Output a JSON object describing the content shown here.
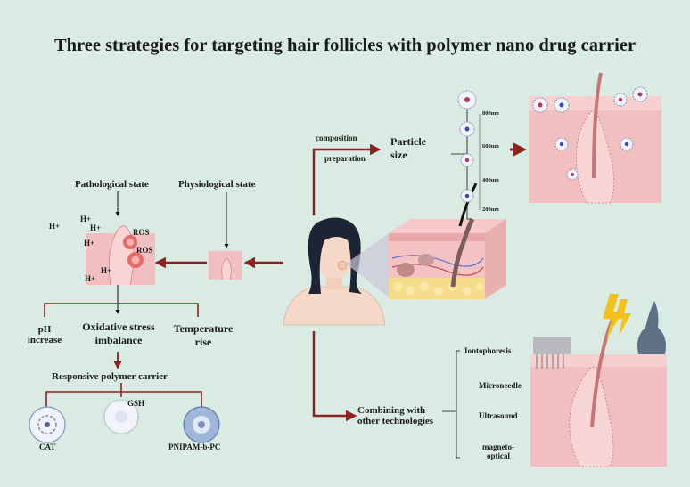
{
  "title": "Three strategies for targeting hair follicles with polymer nano drug carrier",
  "left": {
    "pathological": "Pathological state",
    "physiological": "Physiological state",
    "ions": [
      "H+",
      "H+",
      "H+",
      "H+",
      "H+",
      "H+"
    ],
    "ros": [
      "ROS",
      "ROS"
    ],
    "factors": {
      "ph": [
        "pH",
        "increase"
      ],
      "oxidative": [
        "Oxidative stress",
        "imbalance"
      ],
      "temperature": [
        "Temperature",
        "rise"
      ]
    },
    "carrier": "Responsive polymer carrier",
    "carriers": [
      "CAT",
      "GSH",
      "PNIPAM-b-PC"
    ]
  },
  "top": {
    "composition": "composition",
    "preparation": "preparation",
    "particle_size": [
      "Particle",
      "size"
    ],
    "sizes": [
      "800nm",
      "600nm",
      "400nm",
      "200nm"
    ]
  },
  "bottom": {
    "combining": [
      "Combining with",
      "other technologies"
    ],
    "techs": [
      "Iontophoresis",
      "Microneedle",
      "Ultrasound",
      "magneto-",
      "optical"
    ]
  },
  "colors": {
    "arrow": "#8e2020",
    "skin": "#f1bfbf",
    "background": "#d9ebe2"
  }
}
